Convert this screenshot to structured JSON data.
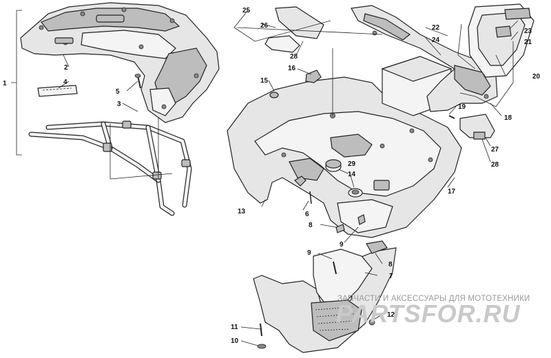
{
  "callouts": [
    "1",
    "2",
    "3",
    "4",
    "5",
    "6",
    "7",
    "8",
    "8",
    "9",
    "9",
    "10",
    "11",
    "12",
    "13",
    "14",
    "15",
    "16",
    "17",
    "18",
    "19",
    "20",
    "21",
    "22",
    "23",
    "24",
    "25",
    "26",
    "27",
    "28",
    "28",
    "29"
  ],
  "watermark": {
    "caption": "ЗАПЧАСТИ И АКСЕССУАРЫ ДЛЯ МОТОТЕХНИКИ",
    "logo": "PARTSFOR.RU"
  }
}
